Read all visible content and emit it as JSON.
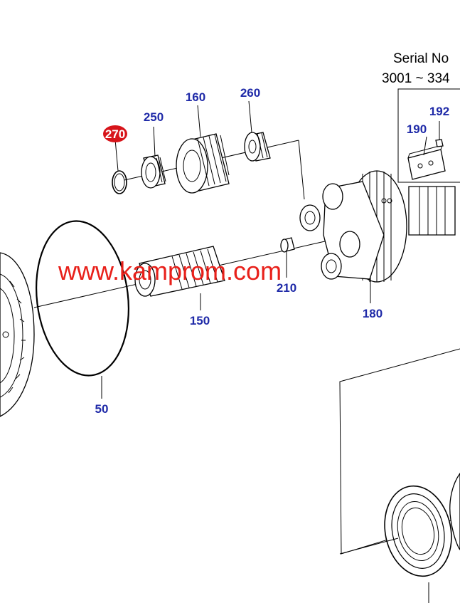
{
  "serial": {
    "line1": "Serial No",
    "line2": "3001 ~ 334"
  },
  "watermark": "www.kamprom.com",
  "colors": {
    "label": "#1f2aa8",
    "watermark": "#e8201a",
    "highlight_badge": "#d7141a",
    "line": "#000000"
  },
  "callouts": {
    "p270": "270",
    "p250": "250",
    "p160": "160",
    "p260": "260",
    "p192": "192",
    "p190": "190",
    "p210": "210",
    "p180": "180",
    "p150": "150",
    "p50": "50"
  }
}
